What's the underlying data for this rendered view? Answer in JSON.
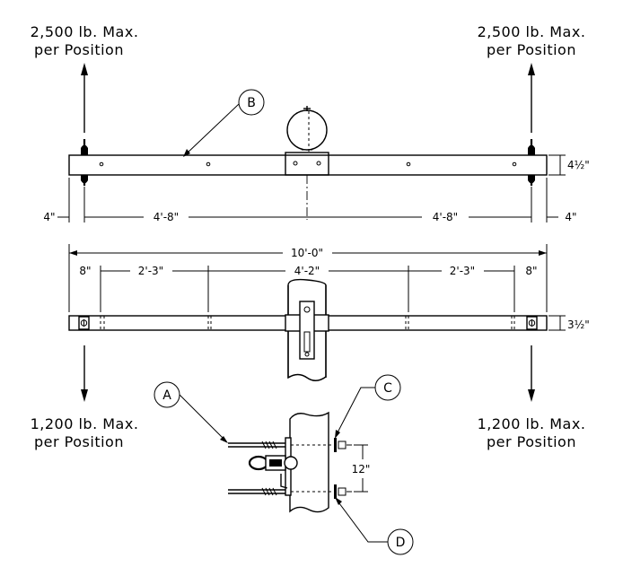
{
  "loads": {
    "top_left": [
      "2,500 lb. Max.",
      "per Position"
    ],
    "top_right": [
      "2,500 lb. Max.",
      "per Position"
    ],
    "bottom_left": [
      "1,200 lb. Max.",
      "per Position"
    ],
    "bottom_right": [
      "1,200 lb. Max.",
      "per Position"
    ]
  },
  "dimensions": {
    "end_left": "4\"",
    "end_right": "4\"",
    "span_left": "4'-8\"",
    "span_right": "4'-8\"",
    "height_top": "4½\"",
    "overall": "10'-0\"",
    "seg_end_left": "8\"",
    "seg_left": "2'-3\"",
    "seg_center": "4'-2\"",
    "seg_right": "2'-3\"",
    "seg_end_right": "8\"",
    "height_bottom": "3½\"",
    "bolt_spacing": "12\""
  },
  "callouts": {
    "a": "A",
    "b": "B",
    "c": "C",
    "d": "D"
  },
  "colors": {
    "ink": "#000000",
    "paper": "#ffffff"
  }
}
